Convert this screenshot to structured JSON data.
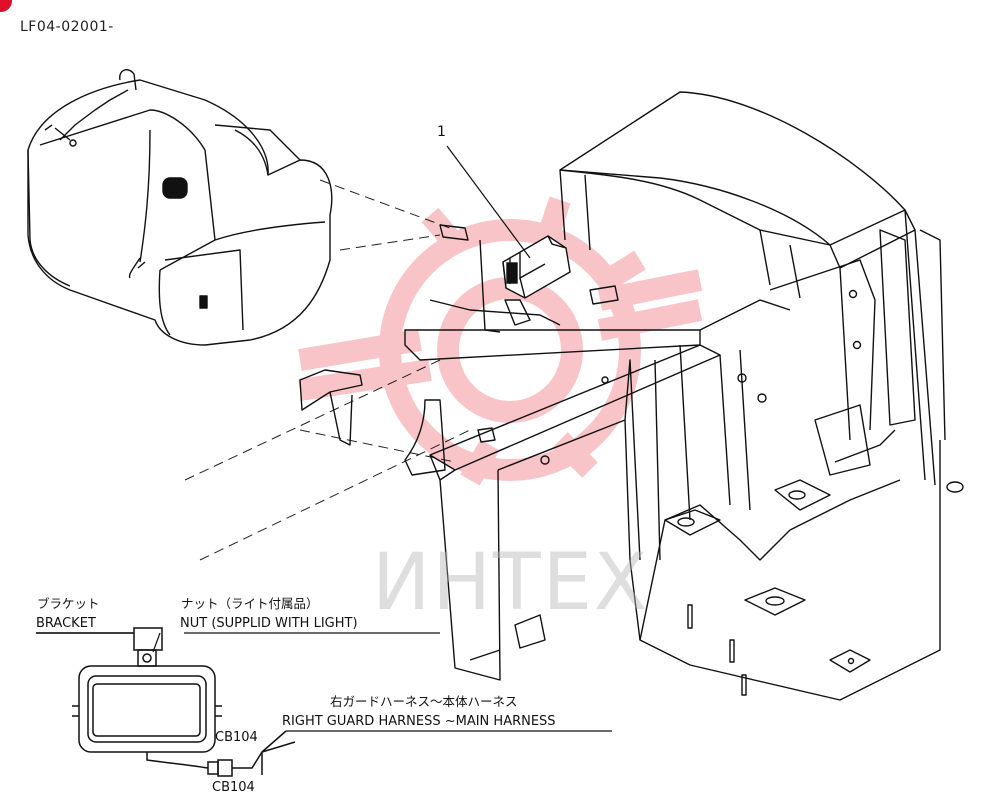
{
  "drawing_code": "LF04-02001-",
  "callouts": [
    {
      "number": "1"
    }
  ],
  "inset_labels": {
    "bracket_jp": "ブラケット",
    "bracket_en": "BRACKET",
    "nut_jp": "ナット（ライト付属品）",
    "nut_en": "NUT (SUPPLID WITH LIGHT)",
    "harness_jp": "右ガードハーネス～本体ハーネス",
    "harness_en": "RIGHT GUARD HARNESS ~MAIN HARNESS",
    "connector_top": "CB104",
    "connector_bottom": "CB104"
  },
  "watermark": {
    "text": "ИНТЕХ",
    "color": "#e8303c"
  }
}
